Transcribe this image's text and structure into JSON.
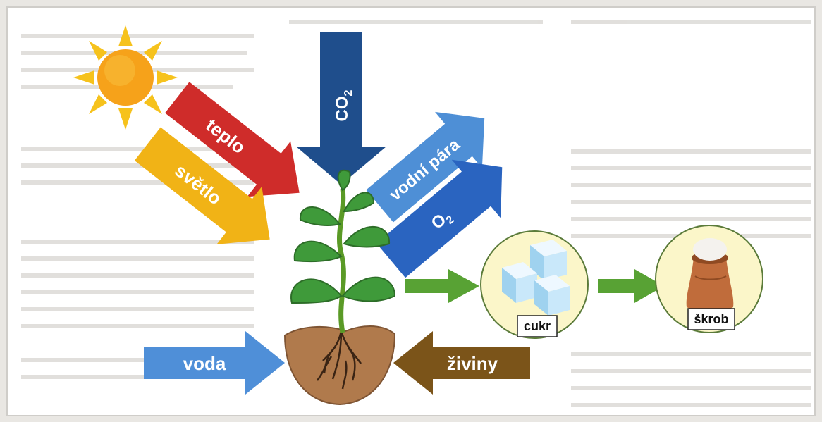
{
  "diagram": {
    "labels": {
      "heat": "teplo",
      "light": "světlo",
      "co2_main": "CO",
      "co2_sub": "2",
      "water_vapor": "vodní pára",
      "o2_main": "O",
      "o2_sub": "2",
      "water": "voda",
      "nutrients": "živiny",
      "sugar": "cukr",
      "starch": "škrob"
    },
    "colors": {
      "heat_arrow": "#cf2c2a",
      "light_arrow": "#f1b316",
      "co2_arrow": "#1f4e8c",
      "vapor_arrow": "#4e8fd6",
      "o2_arrow": "#2a64c0",
      "water_arrow": "#4f8fd8",
      "nutrients_arrow": "#7b5419",
      "output_arrow": "#58a234",
      "sun": "#f6a21a",
      "circle_fill": "#fbf6c9",
      "circle_stroke": "#5b7b3a"
    },
    "icons": [
      "sun-icon",
      "plant-icon",
      "sugar-cubes-icon",
      "starch-sack-icon"
    ]
  }
}
